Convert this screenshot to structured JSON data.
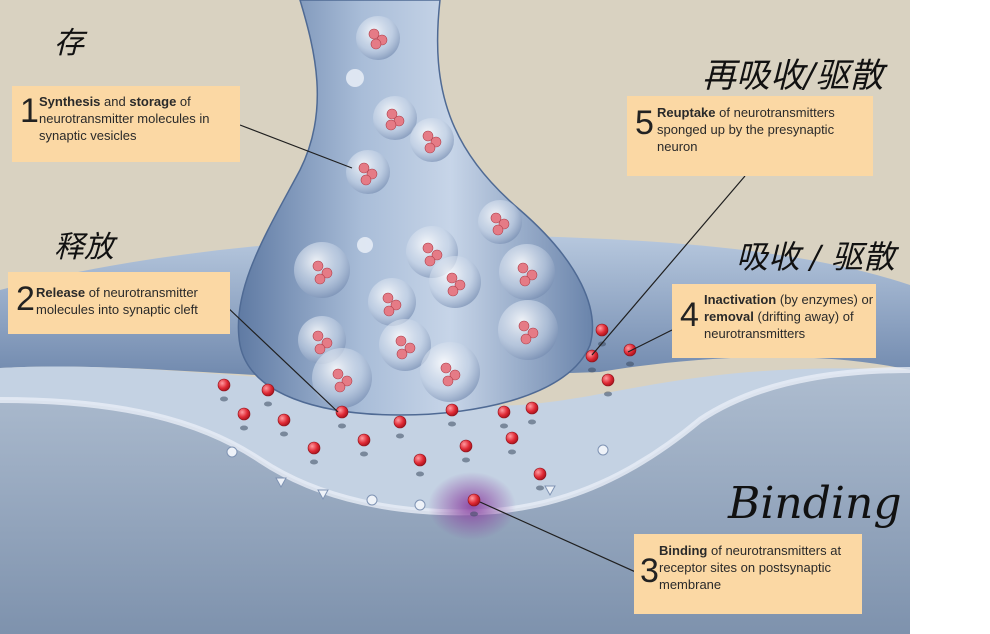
{
  "callouts": {
    "c1": {
      "number": "1",
      "bold_1": "Synthesis",
      "text_1": " and ",
      "bold_2": "storage",
      "text_2": " of neurotransmitter molecules in synaptic vesicles"
    },
    "c2": {
      "number": "2",
      "bold_1": "Release",
      "text_1": " of neurotransmitter molecules into synaptic cleft"
    },
    "c3": {
      "number": "3",
      "bold_1": "Binding",
      "text_1": " of neurotransmitters at receptor sites on postsynaptic membrane"
    },
    "c4": {
      "number": "4",
      "bold_1": "Inactivation",
      "text_1": " (by enzymes) or ",
      "bold_2": "removal",
      "text_2": " (drifting away) of neurotransmitters"
    },
    "c5": {
      "number": "5",
      "bold_1": "Reuptake",
      "text_1": " of neurotransmitters sponged up by the presynaptic neuron"
    }
  },
  "handwriting": {
    "binding": "Binding",
    "storage_cn": "存",
    "release_cn": "释放",
    "reuptake_cn": "再吸收/驱散",
    "inactivation_cn": "吸收 / 驱散"
  },
  "colors": {
    "background": "#d9d2c1",
    "callout_fill": "#fbd8a4",
    "terminal": "#8fa8c6",
    "cleft": "#c4d2e3",
    "postsynaptic": "#8ea0b8",
    "neurotransmitter": "#e02a35",
    "receptor_glow": "#8a3fa0"
  }
}
